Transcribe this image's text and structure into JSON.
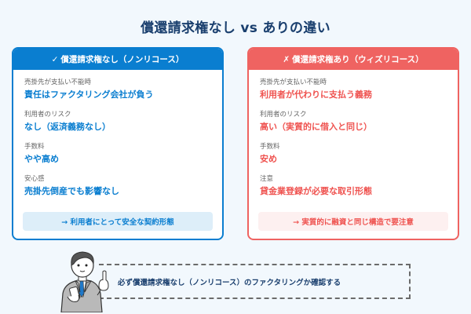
{
  "title": "償還請求権なし vs ありの違い",
  "colors": {
    "background": "#f2f8fd",
    "title": "#1a3f6e",
    "non_recourse_accent": "#0a7ed0",
    "with_recourse_accent": "#ef6361"
  },
  "cards": [
    {
      "icon": "check-icon",
      "icon_glyph": "✓",
      "header": "償還請求権なし（ノンリコース）",
      "rows": [
        {
          "label": "売掛先が支払い不能時",
          "value": "責任はファクタリング会社が負う"
        },
        {
          "label": "利用者のリスク",
          "value": "なし（返済義務なし）"
        },
        {
          "label": "手数料",
          "value": "やや高め"
        },
        {
          "label": "安心感",
          "value": "売掛先倒産でも影響なし"
        }
      ],
      "note": "→ 利用者にとって安全な契約形態"
    },
    {
      "icon": "cross-icon",
      "icon_glyph": "✗",
      "header": "償還請求権あり（ウィズリコース）",
      "rows": [
        {
          "label": "売掛先が支払い不能時",
          "value": "利用者が代わりに支払う義務"
        },
        {
          "label": "利用者のリスク",
          "value": "高い（実質的に借入と同じ）"
        },
        {
          "label": "手数料",
          "value": "安め"
        },
        {
          "label": "注意",
          "value": "貸金業登録が必要な取引形態"
        }
      ],
      "note": "→ 実質的に融資と同じ構造で要注意"
    }
  ],
  "callout": {
    "text": "必ず償還請求権なし（ノンリコース）のファクタリングか確認する",
    "illustration": "businessman-pointing-illustration"
  }
}
